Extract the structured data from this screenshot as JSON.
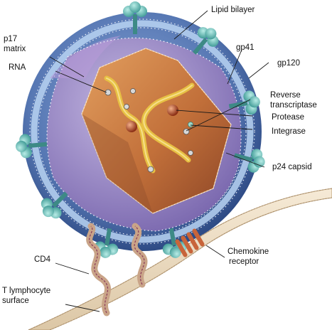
{
  "diagram": {
    "labels": {
      "lipid_bilayer": "Lipid bilayer",
      "p17_line1": "p17",
      "p17_line2": "matrix",
      "rna": "RNA",
      "gp41": "gp41",
      "gp120": "gp120",
      "rt_line1": "Reverse",
      "rt_line2": "transcriptase",
      "protease": "Protease",
      "integrase": "Integrase",
      "p24": "p24 capsid",
      "cd4": "CD4",
      "chemokine_line1": "Chemokine",
      "chemokine_line2": "receptor",
      "tcell_line1": "T lymphocyte",
      "tcell_line2": "surface"
    },
    "colors": {
      "envelope_outer": "#4c6fa8",
      "envelope_inner": "#7a98cf",
      "bilayer": "#a9c6ea",
      "matrix": "#9a86c4",
      "capsid": "#c5763a",
      "capsid_dark": "#8a4a2c",
      "rna": "#d9b330",
      "glycoprotein": "#5fb4b0",
      "membrane": "#efe0c8",
      "cd4": "#c9a488",
      "chemokine": "#c8643a"
    },
    "icons": [
      "virion-illustration",
      "glycoprotein-spike",
      "enzyme-sphere",
      "membrane-receptor"
    ]
  }
}
